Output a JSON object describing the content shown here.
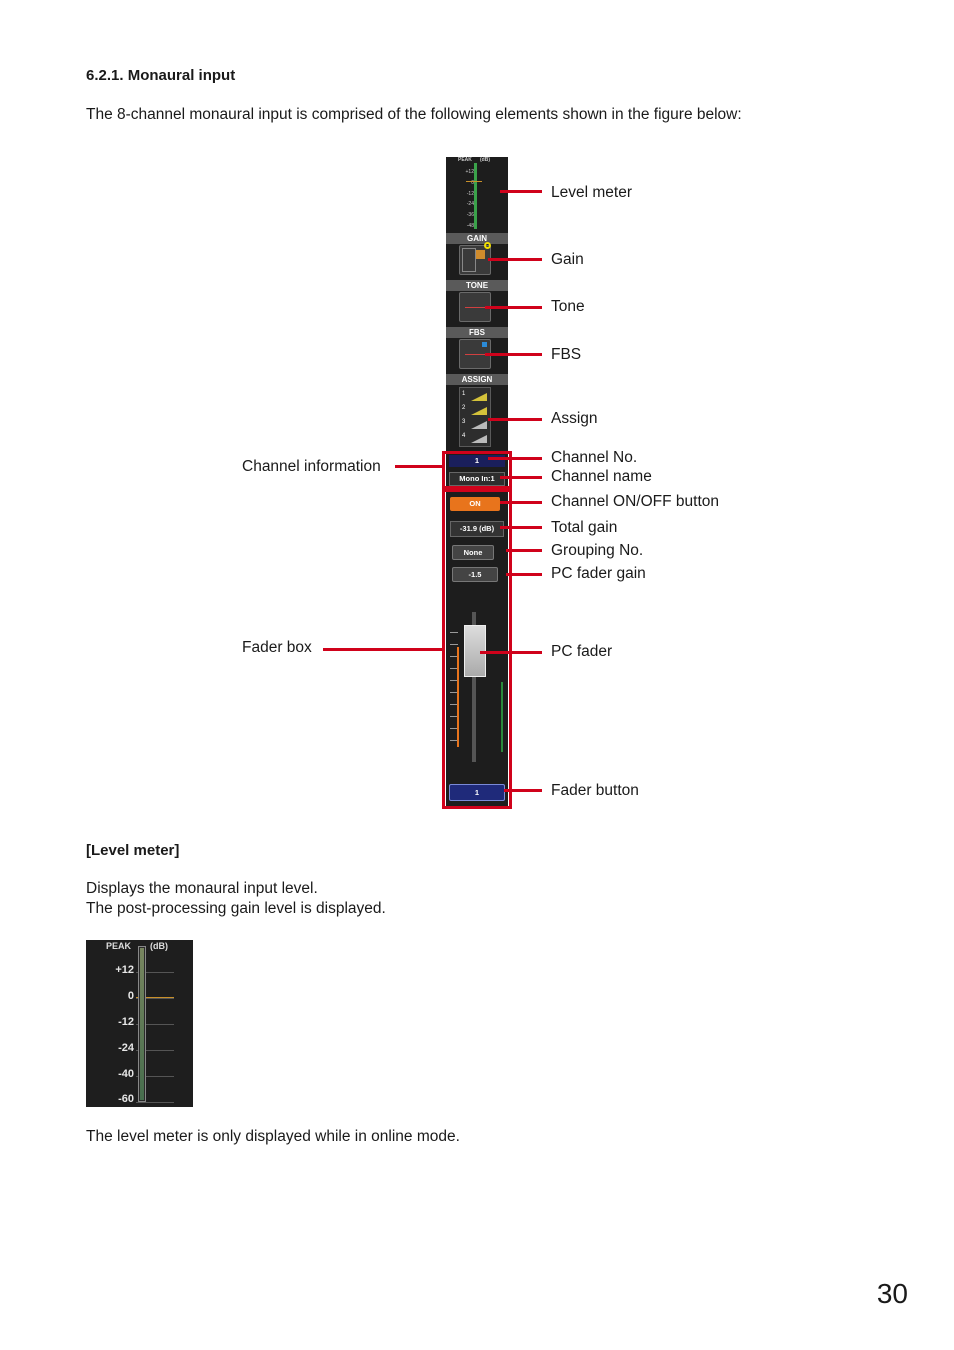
{
  "section_heading": "6.2.1. Monaural input",
  "intro": "The 8-channel monaural input is comprised of the following elements shown in the figure below:",
  "strip": {
    "meter_peak": "PEAK",
    "meter_db": "(dB)",
    "meter_ticks": [
      "+12",
      "0",
      "-12",
      "-24",
      "-36",
      "-48"
    ],
    "gain_header": "GAIN",
    "tone_header": "TONE",
    "fbs_header": "FBS",
    "assign_header": "ASSIGN",
    "assign_rows": [
      "1",
      "2",
      "3",
      "4"
    ],
    "channel_no": "1",
    "channel_name": "Mono In:1",
    "on_button": "ON",
    "total_gain": "-31.9 (dB)",
    "grouping": "None",
    "pc_fader_gain": "-1.5",
    "fader_button": "1",
    "colors": {
      "on": "#e8741c",
      "channel_no_bg": "#1a1f5c",
      "meter_green": "#3aa24a",
      "leader": "#d0021b"
    }
  },
  "labels": {
    "level_meter": "Level meter",
    "gain": "Gain",
    "tone": "Tone",
    "fbs": "FBS",
    "assign": "Assign",
    "channel_no": "Channel No.",
    "channel_name": "Channel name",
    "channel_on_off": "Channel ON/OFF button",
    "total_gain": "Total gain",
    "grouping_no": "Grouping No.",
    "pc_fader_gain": "PC fader gain",
    "pc_fader": "PC fader",
    "fader_button": "Fader button",
    "channel_information": "Channel information",
    "fader_box": "Fader box"
  },
  "level_meter_section": {
    "title": "[Level meter]",
    "line1": "Displays the monaural input level.",
    "line2": "The post-processing gain level is displayed.",
    "image_peak": "PEAK",
    "image_db": "(dB)",
    "image_ticks": [
      "+12",
      "0",
      "-12",
      "-24",
      "-40",
      "-60"
    ],
    "note": "The level meter is only displayed while in online mode."
  },
  "page_number": "30"
}
